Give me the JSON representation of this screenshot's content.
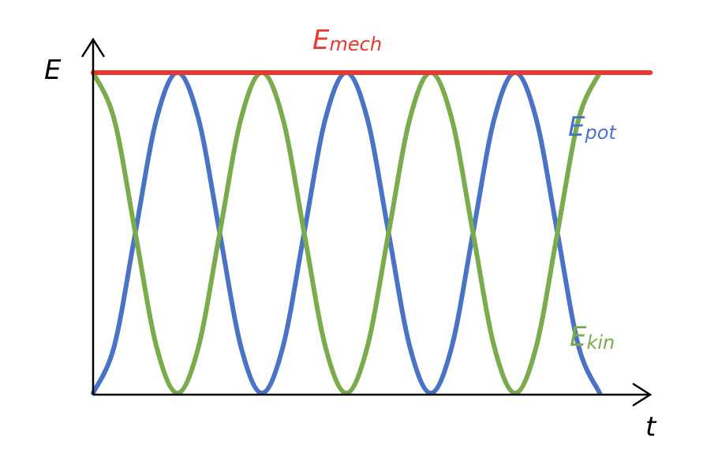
{
  "chart_data": {
    "type": "line",
    "xlabel": "t",
    "ylabel": "E",
    "xlim": [
      0,
      3
    ],
    "ylim": [
      0,
      1
    ],
    "grid": false,
    "series": [
      {
        "name": "E",
        "name_sub": "mech",
        "color": "#e8392f",
        "x": [
          0,
          0.5,
          1,
          1.5,
          2,
          2.5,
          3,
          3.3
        ],
        "y": [
          1,
          1,
          1,
          1,
          1,
          1,
          1,
          1
        ]
      },
      {
        "name": "E",
        "name_sub": "pot",
        "color": "#4a73c6",
        "x": [
          0,
          0.125,
          0.25,
          0.375,
          0.5,
          0.625,
          0.75,
          0.875,
          1,
          1.125,
          1.25,
          1.375,
          1.5,
          1.625,
          1.75,
          1.875,
          2,
          2.125,
          2.25,
          2.375,
          2.5,
          2.625,
          2.75,
          2.875,
          3
        ],
        "y": [
          0,
          0.146,
          0.5,
          0.854,
          1,
          0.854,
          0.5,
          0.146,
          0,
          0.146,
          0.5,
          0.854,
          1,
          0.854,
          0.5,
          0.146,
          0,
          0.146,
          0.5,
          0.854,
          1,
          0.854,
          0.5,
          0.146,
          0
        ]
      },
      {
        "name": "E",
        "name_sub": "kin",
        "color": "#7aab4c",
        "x": [
          0,
          0.125,
          0.25,
          0.375,
          0.5,
          0.625,
          0.75,
          0.875,
          1,
          1.125,
          1.25,
          1.375,
          1.5,
          1.625,
          1.75,
          1.875,
          2,
          2.125,
          2.25,
          2.375,
          2.5,
          2.625,
          2.75,
          2.875,
          3
        ],
        "y": [
          1,
          0.854,
          0.5,
          0.146,
          0,
          0.146,
          0.5,
          0.854,
          1,
          0.854,
          0.5,
          0.146,
          0,
          0.146,
          0.5,
          0.854,
          1,
          0.854,
          0.5,
          0.146,
          0,
          0.146,
          0.5,
          0.854,
          1
        ]
      }
    ]
  }
}
